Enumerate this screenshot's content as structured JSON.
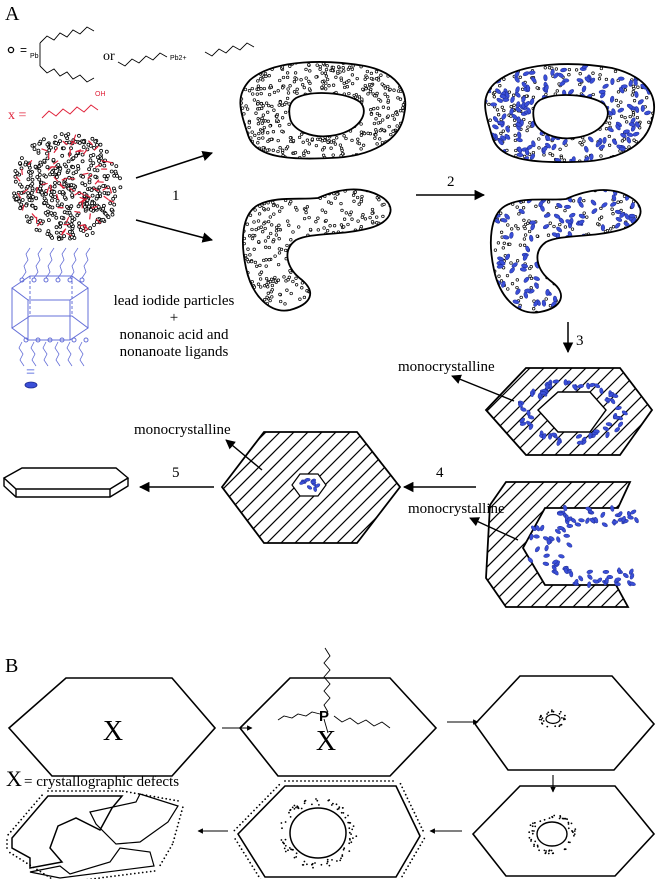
{
  "panel_a": {
    "label": "A",
    "legend_eq": "=",
    "legend_or": "or",
    "legend_x": "x =",
    "acid_oh": "OH",
    "pb_label": "Pb",
    "pb2_label": "Pb2+",
    "particle_text": [
      "lead iodide particles",
      "+",
      "nonanoic acid and",
      "nonanoate ligands"
    ],
    "platelet_eq": "=",
    "steps": [
      "1",
      "2",
      "3",
      "4",
      "5"
    ],
    "monocrystalline": "monocrystalline",
    "colors": {
      "red": "#e0223a",
      "blue": "#3a4fd8",
      "outline": "#6670d8"
    }
  },
  "panel_b": {
    "label": "B",
    "x_mark": "X",
    "p_mark": "P",
    "defects_x": "X",
    "defects_text": "= crystallographic defects"
  }
}
